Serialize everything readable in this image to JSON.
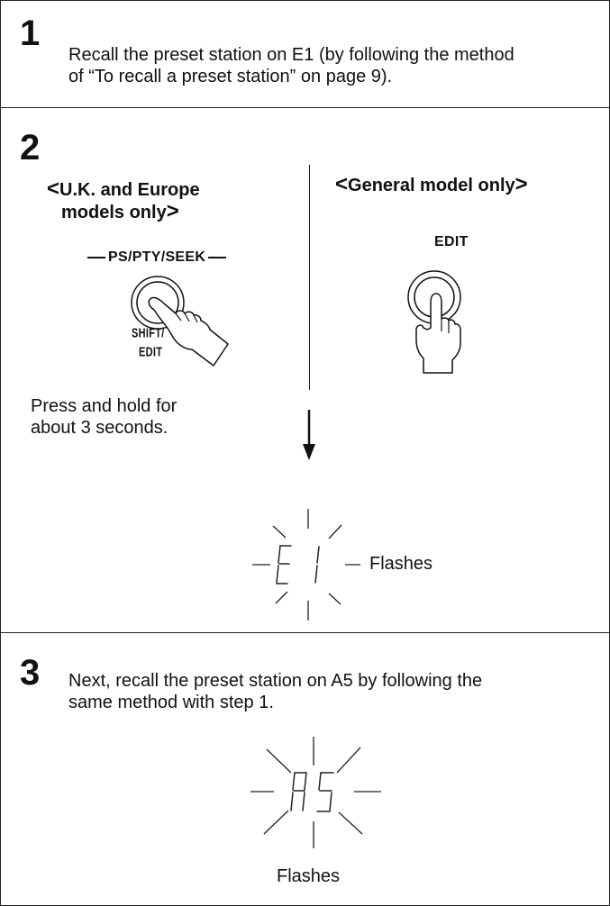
{
  "step1": {
    "number": "1",
    "text_line1": "Recall the preset station on E1 (by following the method",
    "text_line2": "of “To recall a preset station” on page 9)."
  },
  "step2": {
    "number": "2",
    "uk": {
      "open": "<",
      "title_line1": "U.K. and Europe",
      "title_line2": "models only",
      "close": ">",
      "button_label": "PS/PTY/SEEK",
      "sub_label_top": "SHIFT/",
      "sub_label_bottom": "EDIT"
    },
    "general": {
      "open": "<",
      "title": "General model only",
      "close": ">",
      "button_label": "EDIT"
    },
    "instruction_line1": "Press and hold for",
    "instruction_line2": "about 3 seconds.",
    "display_text": "E 1",
    "flashes": "Flashes"
  },
  "step3": {
    "number": "3",
    "text_line1": "Next, recall the preset station on A5 by following the",
    "text_line2": "same method with step 1.",
    "display_text": "A5",
    "flashes": "Flashes"
  }
}
